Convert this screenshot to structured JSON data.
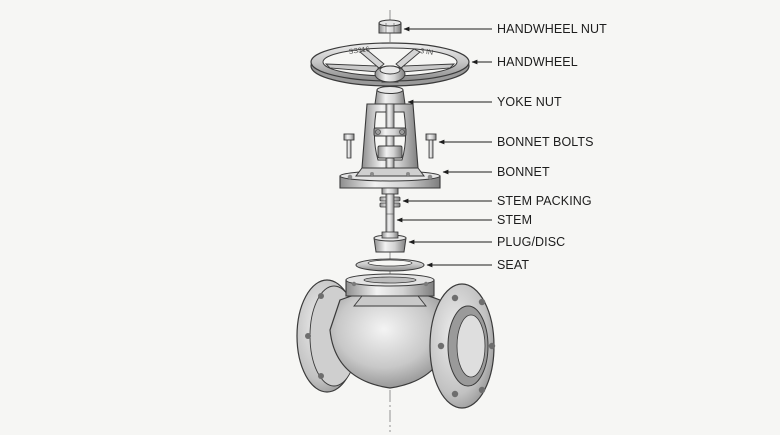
{
  "labels": {
    "handwheel_nut": "HANDWHEEL NUT",
    "handwheel": "HANDWHEEL",
    "yoke_nut": "YOKE NUT",
    "bonnet_bolts": "BONNET BOLTS",
    "bonnet": "BONNET",
    "stem_packing": "STEM PACKING",
    "stem": "STEM",
    "plug_disc": "PLUG/DISC",
    "seat": "SEAT"
  },
  "handwheel_markings": {
    "left": "SS316",
    "right": "3 IN"
  },
  "colors": {
    "background": "#f6f6f4",
    "metal_light": "#e4e4e4",
    "metal_mid": "#bdbdbd",
    "metal_dark": "#7a7a7a",
    "outline": "#3a3a3a",
    "leader": "#1d1d1d"
  }
}
